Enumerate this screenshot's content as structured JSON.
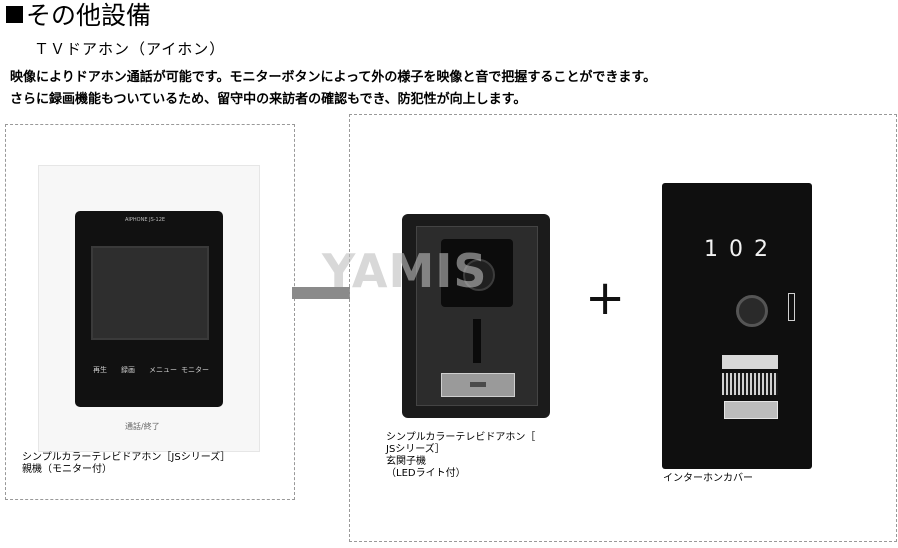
{
  "heading": {
    "title": "その他設備"
  },
  "product": {
    "name": "ＴＶドアホン（アイホン）",
    "description_lines": [
      "映像によりドアホン通話が可能です。モニターボタンによって外の様子を映像と音で把握することができます。",
      "さらに録画機能もついているため、留守中の来訪者の確認もでき、防犯性が向上します。"
    ]
  },
  "monitor_unit": {
    "brand": "AIPHONE JS-12E",
    "buttons": [
      "再生",
      "録画",
      "メニュー",
      "モニター"
    ],
    "call_label": "通話/終了",
    "caption_lines": [
      "シンプルカラーテレビドアホン［JSシリーズ］",
      "親機（モニター付）"
    ]
  },
  "door_station": {
    "caption_lines": [
      "シンプルカラーテレビドアホン［",
      "JSシリーズ］",
      "玄関子機",
      "（LEDライト付）"
    ]
  },
  "plus_sign": "+",
  "cover_plate": {
    "room_number": "1 0 2",
    "caption": "インターホンカバー"
  },
  "watermark": "YAMIS",
  "colors": {
    "accent_dash": "#999999",
    "device_black": "#111111"
  }
}
